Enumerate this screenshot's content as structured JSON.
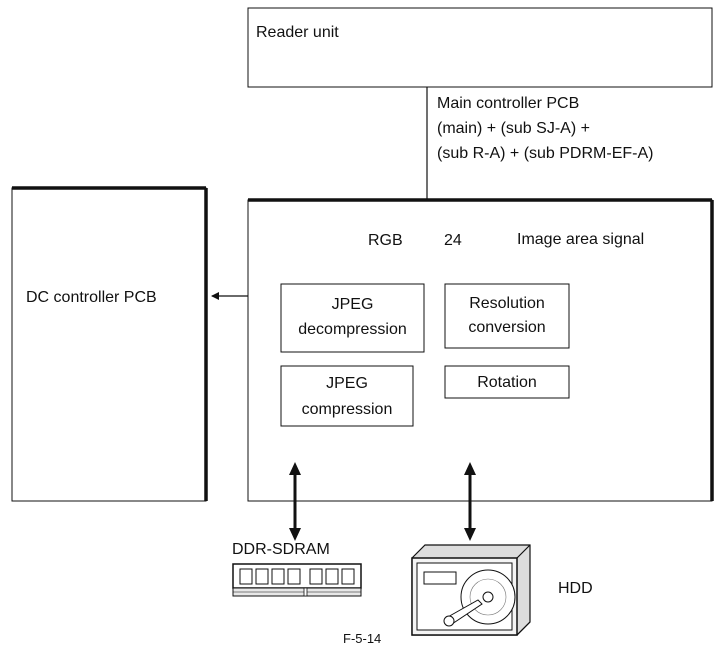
{
  "reader_unit": {
    "label": "Reader unit"
  },
  "main_controller": {
    "title_lines": [
      "Main controller PCB",
      "(main) + (sub SJ-A) +",
      "(sub R-A) + (sub PDRM-EF-A)"
    ],
    "rgb_label": "RGB",
    "bus_width": "24",
    "image_area_signal": "Image area signal",
    "blocks": {
      "jpeg_decompression": [
        "JPEG",
        "decompression"
      ],
      "resolution_conversion": [
        "Resolution",
        "conversion"
      ],
      "jpeg_compression": [
        "JPEG",
        "compression"
      ],
      "rotation": [
        "Rotation"
      ]
    }
  },
  "dc_controller": {
    "label": "DC controller PCB"
  },
  "memory": {
    "label": "DDR-SDRAM"
  },
  "storage": {
    "label": "HDD"
  },
  "figure_caption": "F-5-14"
}
